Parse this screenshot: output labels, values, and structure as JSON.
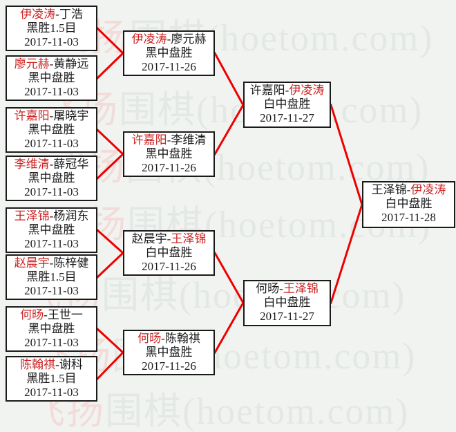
{
  "separator": "-",
  "watermark": {
    "red_part": "飞扬",
    "gray_part": "围棋(hoetom.com)"
  },
  "colors": {
    "background": "#f1f3f0",
    "box_background": "#ffffff",
    "box_border": "#1a1a1a",
    "text": "#1a1a1a",
    "highlight_name_red": "#cc2222",
    "connector_red": "#ee0000",
    "watermark_gray": "#e3e8e4",
    "watermark_red": "#f2dcda"
  },
  "rounds": {
    "r1": [
      {
        "n1": "伊凌涛",
        "n2": "丁浩",
        "red": "n1",
        "result": "黑胜1.5目",
        "date": "2017-11-03"
      },
      {
        "n1": "廖元赫",
        "n2": "黄静远",
        "red": "n1",
        "result": "黑中盘胜",
        "date": "2017-11-03"
      },
      {
        "n1": "许嘉阳",
        "n2": "屠晓宇",
        "red": "n1",
        "result": "黑中盘胜",
        "date": "2017-11-03"
      },
      {
        "n1": "李维清",
        "n2": "薛冠华",
        "red": "n1",
        "result": "黑中盘胜",
        "date": "2017-11-03"
      },
      {
        "n1": "王泽锦",
        "n2": "杨润东",
        "red": "n1",
        "result": "黑中盘胜",
        "date": "2017-11-03"
      },
      {
        "n1": "赵晨宇",
        "n2": "陈梓健",
        "red": "n1",
        "result": "黑胜1.5目",
        "date": "2017-11-03"
      },
      {
        "n1": "何旸",
        "n2": "王世一",
        "red": "n1",
        "result": "黑中盘胜",
        "date": "2017-11-03"
      },
      {
        "n1": "陈翰祺",
        "n2": "谢科",
        "red": "n1",
        "result": "黑胜1.5目",
        "date": "2017-11-03"
      }
    ],
    "r2": [
      {
        "n1": "伊凌涛",
        "n2": "廖元赫",
        "red": "n1",
        "result": "黑中盘胜",
        "date": "2017-11-26"
      },
      {
        "n1": "许嘉阳",
        "n2": "李维清",
        "red": "n1",
        "result": "黑中盘胜",
        "date": "2017-11-26"
      },
      {
        "n1": "赵晨宇",
        "n2": "王泽锦",
        "red": "n2",
        "result": "白中盘胜",
        "date": "2017-11-26"
      },
      {
        "n1": "何旸",
        "n2": "陈翰祺",
        "red": "n1",
        "result": "黑中盘胜",
        "date": "2017-11-26"
      }
    ],
    "sf": [
      {
        "n1": "许嘉阳",
        "n2": "伊凌涛",
        "red": "n2",
        "result": "白中盘胜",
        "date": "2017-11-27"
      },
      {
        "n1": "何旸",
        "n2": "王泽锦",
        "red": "n2",
        "result": "白中盘胜",
        "date": "2017-11-27"
      }
    ],
    "final": [
      {
        "n1": "王泽锦",
        "n2": "伊凌涛",
        "red": "n2",
        "result": "白中盘胜",
        "date": "2017-11-28"
      }
    ]
  }
}
